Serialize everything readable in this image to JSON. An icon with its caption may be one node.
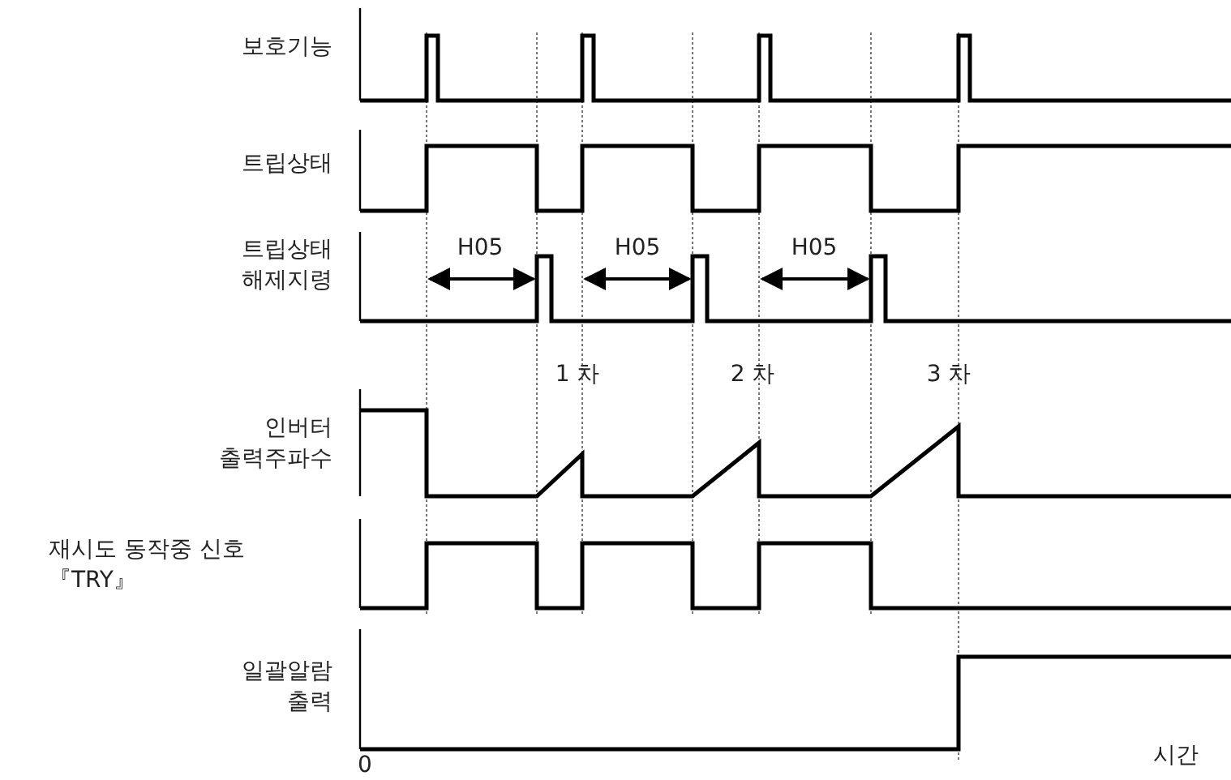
{
  "diagram": {
    "labels": [
      "보호기능",
      "트립상태",
      "트립상태 해제지령",
      "H05",
      "H05",
      "H05",
      "1 차",
      "2 차",
      "3 차",
      "인버터 출력주파수",
      "재시도 동작중 신호 『TRY』",
      "일괄알람 출력",
      "0",
      "시간"
    ]
  }
}
